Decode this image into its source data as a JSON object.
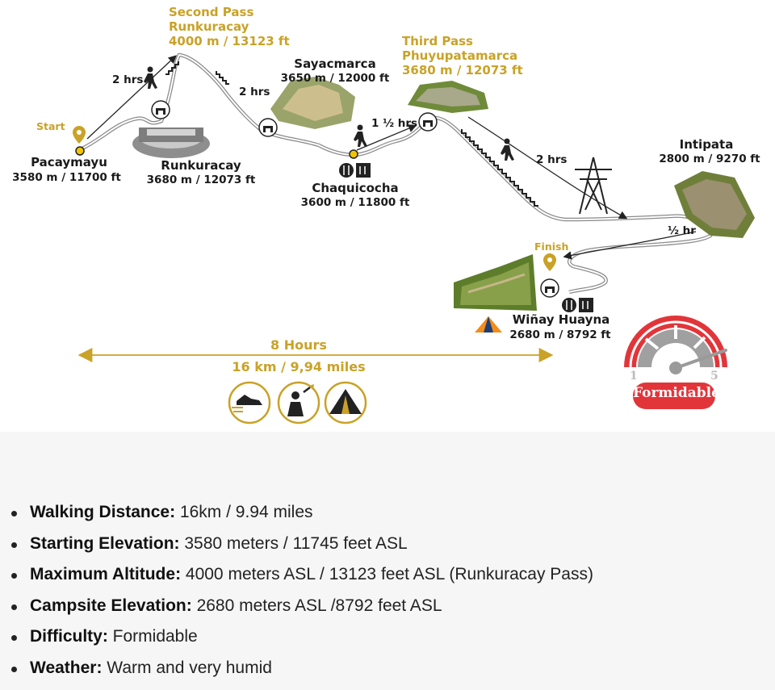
{
  "stops": {
    "start_label": "Start",
    "finish_label": "Finish",
    "pacaymayu": {
      "name": "Pacaymayu",
      "elev": "3580 m / 11700 ft"
    },
    "second_pass": {
      "title": "Second Pass",
      "name": "Runkuracay",
      "elev": "4000 m / 13123 ft"
    },
    "runkuracay": {
      "name": "Runkuracay",
      "elev": "3680 m / 12073 ft"
    },
    "sayacmarca": {
      "name": "Sayacmarca",
      "elev": "3650 m / 12000 ft"
    },
    "chaquicocha": {
      "name": "Chaquicocha",
      "elev": "3600 m / 11800 ft"
    },
    "third_pass": {
      "title": "Third Pass",
      "name": "Phuyupatamarca",
      "elev": "3680 m / 12073 ft"
    },
    "intipata": {
      "name": "Intipata",
      "elev": "2800 m / 9270 ft"
    },
    "winay_huayna": {
      "name": "Wiñay Huayna",
      "elev": "2680 m / 8792 ft"
    }
  },
  "segments": {
    "seg1": "2 hrs",
    "seg2": "2 hrs",
    "seg3": "1 ½ hrs",
    "seg4": "2 hrs",
    "seg5": "½ hr"
  },
  "summary": {
    "duration": "8 Hours",
    "distance": "16 km / 9,94 miles"
  },
  "difficulty_gauge": {
    "min_label": "1",
    "max_label": "5",
    "level": 4.6,
    "badge": "Formidable"
  },
  "colors": {
    "gold": "#c9a227",
    "badge_red": "#e2353a",
    "trail": "#8a8a8a"
  },
  "facts": [
    {
      "label": "Walking Distance:",
      "value": " 16km / 9.94 miles"
    },
    {
      "label": "Starting Elevation:",
      "value": " 3580 meters / 11745 feet ASL"
    },
    {
      "label": "Maximum Altitude:",
      "value": " 4000 meters ASL / 13123 feet ASL (Runkuracay Pass)"
    },
    {
      "label": "Campsite Elevation:",
      "value": " 2680 meters ASL /8792 feet ASL"
    },
    {
      "label": "Difficulty:",
      "value": " Formidable"
    },
    {
      "label": "Weather:",
      "value": " Warm and very humid"
    }
  ]
}
